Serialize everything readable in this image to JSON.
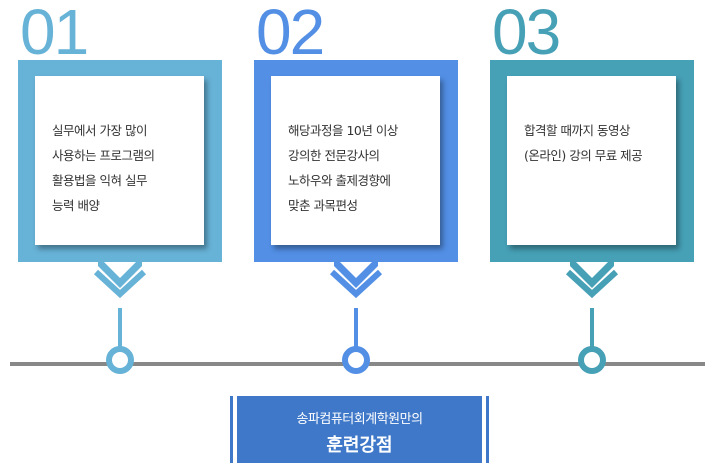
{
  "colors": {
    "step1": "#67b2d7",
    "step2": "#528fe5",
    "step3": "#46a0b6",
    "timeline": "#888888",
    "banner": "#3f78c8"
  },
  "steps": [
    {
      "number": "01",
      "lines": [
        "실무에서 가장 많이",
        "사용하는 프로그램의",
        "활용법을 익혀 실무",
        "능력 배양"
      ]
    },
    {
      "number": "02",
      "lines": [
        "해당과정을 10년 이상",
        "강의한 전문강사의",
        "노하우와 출제경향에",
        "맞춘 과목편성"
      ]
    },
    {
      "number": "03",
      "lines": [
        "합격할 때까지 동영상",
        "(온라인) 강의 무료 제공"
      ]
    }
  ],
  "banner": {
    "subtitle": "송파컴퓨터회계학원만의",
    "title": "훈련강점"
  }
}
